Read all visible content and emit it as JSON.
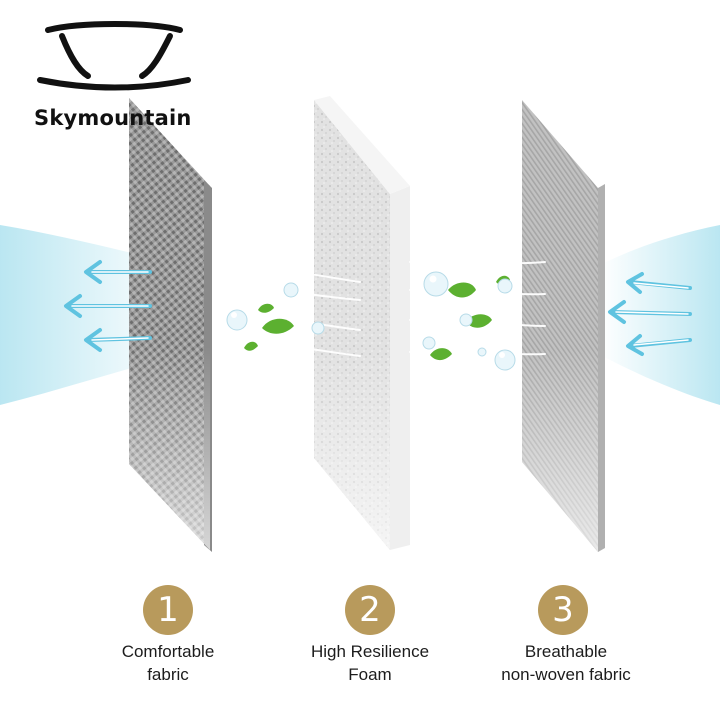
{
  "brand": {
    "name": "Skymountain",
    "accent_color": "#b89a5c"
  },
  "layers": [
    {
      "number": "1",
      "line1": "Comfortable",
      "line2": "fabric",
      "material": "woven mesh fabric"
    },
    {
      "number": "2",
      "line1": "High Resilience",
      "line2": "Foam",
      "material": "foam"
    },
    {
      "number": "3",
      "line1": "Breathable",
      "line2": "non-woven fabric",
      "material": "non-woven fabric"
    }
  ],
  "decor": {
    "airflow_color": "#7fd2e6",
    "leaf_color": "#5cb030",
    "icons": [
      "airflow-arrow-icon",
      "leaf-icon",
      "water-droplet-icon",
      "bowl-logo-icon"
    ]
  }
}
